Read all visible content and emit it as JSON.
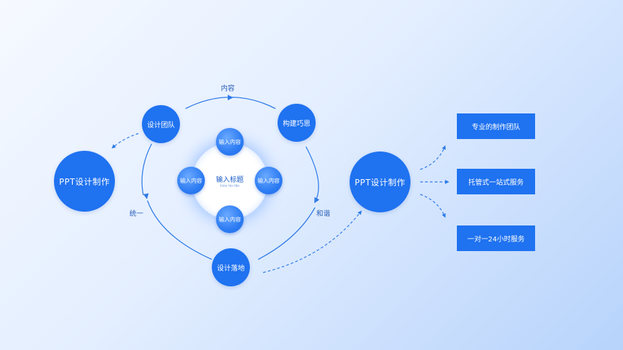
{
  "diagram": {
    "left_node": "PPT设计制作",
    "right_node": "PPT设计制作",
    "cycle": {
      "top_left": "设计团队",
      "top_right": "构建巧思",
      "bottom": "设计落地",
      "labels": {
        "top": "内容",
        "left": "统一",
        "right": "和谐"
      }
    },
    "center": {
      "title": "输入标题",
      "subtitle": "Enter the title",
      "items": [
        "输入内容",
        "输入内容",
        "输入内容",
        "输入内容"
      ]
    },
    "outputs": [
      "专业的制作团队",
      "托管式一站式服务",
      "一对一24小时服务"
    ]
  },
  "colors": {
    "primary": "#1f72f0",
    "line": "#2f7be8"
  }
}
